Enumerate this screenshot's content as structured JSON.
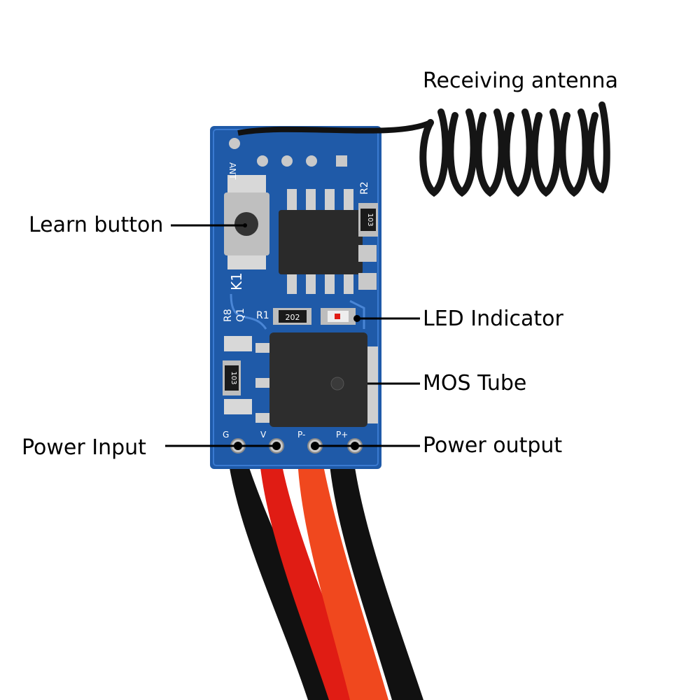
{
  "labels": {
    "antenna": "Receiving antenna",
    "learn_button": "Learn button",
    "led": "LED Indicator",
    "mos": "MOS Tube",
    "power_input": "Power Input",
    "power_output": "Power output"
  },
  "silkscreen": {
    "k1": "K1",
    "r8": "R8",
    "q1": "Q1",
    "r1": "R1",
    "r2": "R2",
    "ant": "ANT",
    "resistor_top": "103",
    "resistor_led": "202",
    "resistor_bottom": "103",
    "pad_g": "G",
    "pad_v": "V",
    "pad_p_minus": "P-",
    "pad_p_plus": "P+"
  },
  "colors": {
    "pcb": "#1f5aa8",
    "wire_black": "#111111",
    "wire_red": "#e01c14",
    "wire_orange": "#f0481e",
    "chip": "#2a2a2a",
    "pad": "#c9c9c9"
  }
}
